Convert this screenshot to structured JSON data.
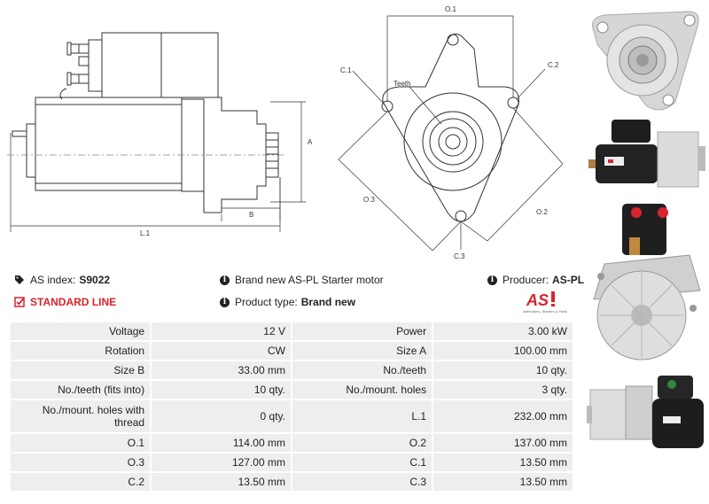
{
  "drawing": {
    "side_labels": {
      "A": "A",
      "B": "B",
      "L1": "L.1"
    },
    "front_labels": {
      "O1": "O.1",
      "O2": "O.2",
      "O3": "O.3",
      "C1": "C.1",
      "C2": "C.2",
      "C3": "C.3",
      "teeth": "Teeth"
    }
  },
  "info": {
    "as_index_label": "AS index:",
    "as_index_value": "S9022",
    "description": "Brand new AS-PL Starter motor",
    "producer_label": "Producer:",
    "producer_value": "AS-PL",
    "standard_line": "STANDARD LINE",
    "product_type_label": "Product type:",
    "product_type_value": "Brand new",
    "logo_text": "AS",
    "logo_subtext": "Alternators, Starters & Parts"
  },
  "specs": [
    [
      "Voltage",
      "12 V",
      "Power",
      "3.00 kW"
    ],
    [
      "Rotation",
      "CW",
      "Size A",
      "100.00 mm"
    ],
    [
      "Size B",
      "33.00 mm",
      "No./teeth",
      "10 qty."
    ],
    [
      "No./teeth (fits into)",
      "10 qty.",
      "No./mount. holes",
      "3 qty."
    ],
    [
      "No./mount. holes with thread",
      "0 qty.",
      "L.1",
      "232.00 mm"
    ],
    [
      "O.1",
      "114.00 mm",
      "O.2",
      "137.00 mm"
    ],
    [
      "O.3",
      "127.00 mm",
      "C.1",
      "13.50 mm"
    ],
    [
      "C.2",
      "13.50 mm",
      "C.3",
      "13.50 mm"
    ]
  ],
  "colors": {
    "accent": "#d9232d",
    "cell_bg": "#eeeeee"
  },
  "icons": [
    "tag-icon",
    "check-icon",
    "info-icon"
  ]
}
